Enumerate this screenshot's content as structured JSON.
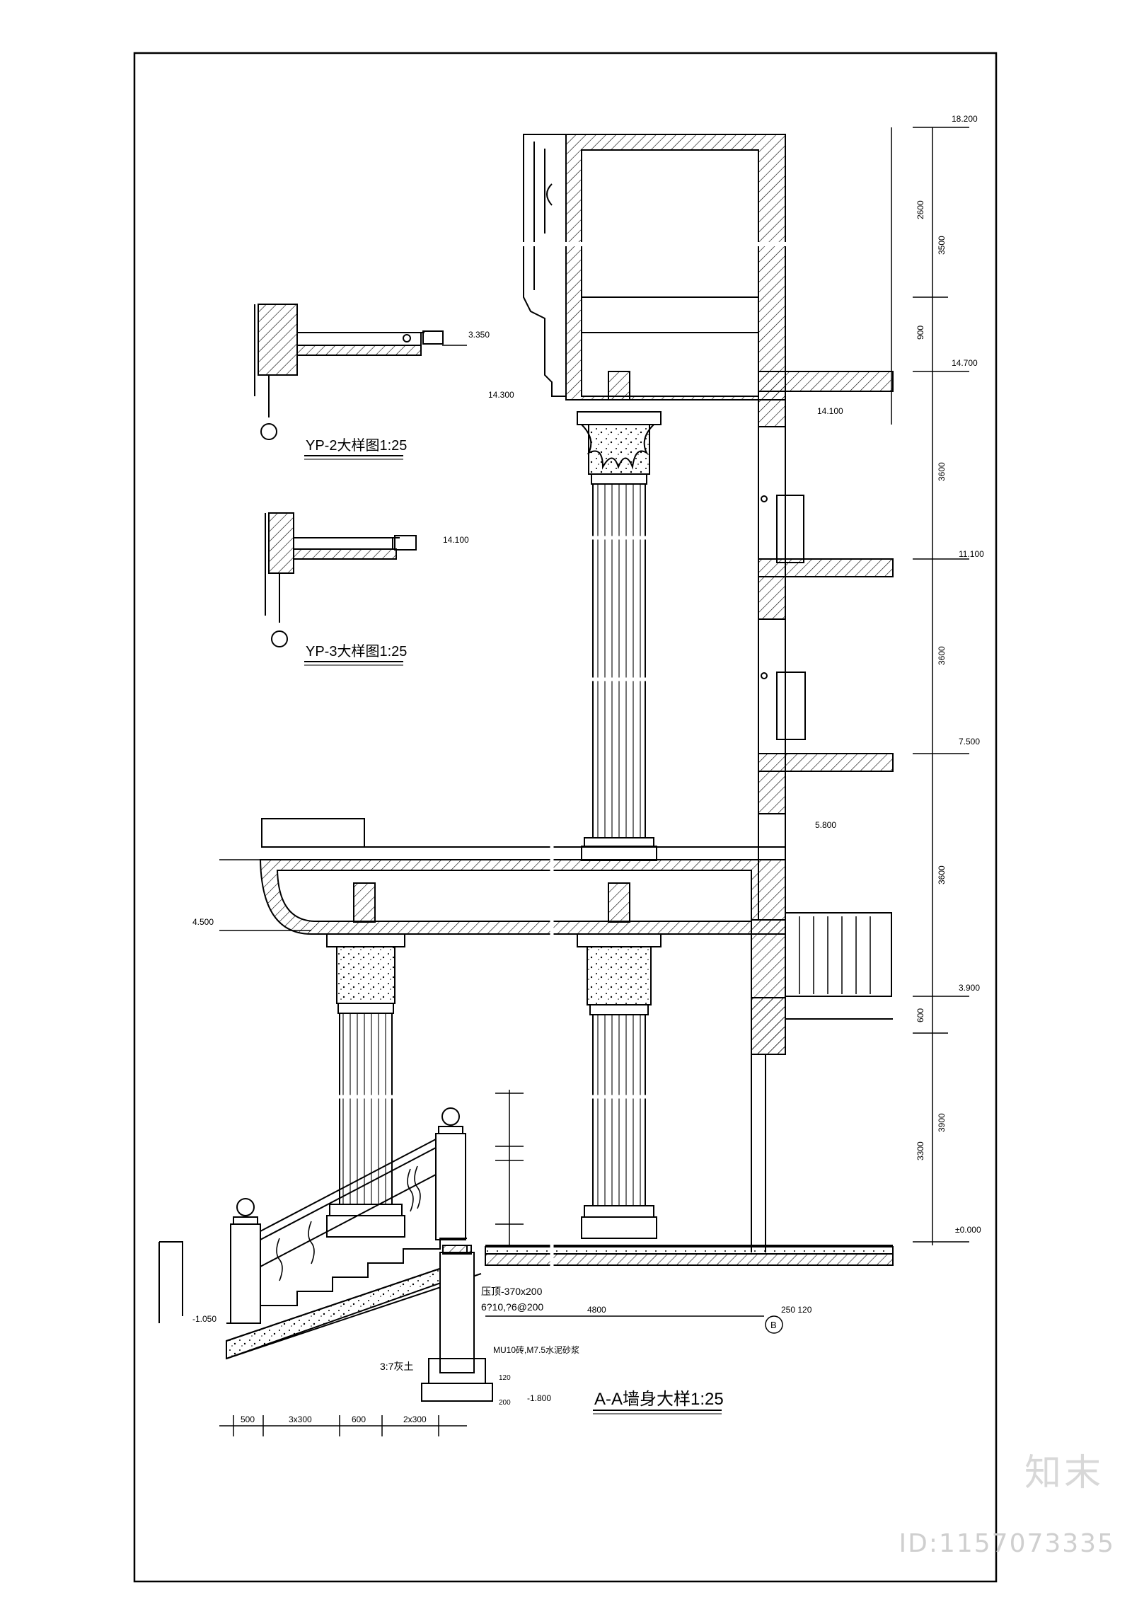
{
  "elevations": {
    "e18200": "18.200",
    "e14700": "14.700",
    "e14300": "14.300",
    "e14100": "14.100",
    "e11100": "11.100",
    "e7500": "7.500",
    "e5800": "5.800",
    "e4500": "4.500",
    "e3900": "3.900",
    "e3350": "3.350",
    "e0": "±0.000",
    "em1050": "-1.050",
    "em1800": "-1.800"
  },
  "dimensions_vertical": [
    "2600",
    "3500",
    "900",
    "3600",
    "3600",
    "3600",
    "600",
    "3900",
    "3300"
  ],
  "detail_labels": {
    "yp2": "YP-2大样图1:25",
    "yp3": "YP-3大样图1:25",
    "aa": "A-A墙身大样1:25"
  },
  "yp3_level": "14.100",
  "notes": {
    "beam": "压顶-370x200",
    "rebar": "6?10,?6@200",
    "masonry": "MU10砖,M7.5水泥砂浆",
    "soil": "3:7灰土",
    "d120": "120",
    "d200": "200",
    "d250": "250 120",
    "d4800": "4800",
    "axis_b": "B"
  },
  "bottom_dims": [
    "500",
    "3x300",
    "600",
    "2x300"
  ],
  "watermark": {
    "brand": "知末",
    "id": "ID:1157073335"
  }
}
